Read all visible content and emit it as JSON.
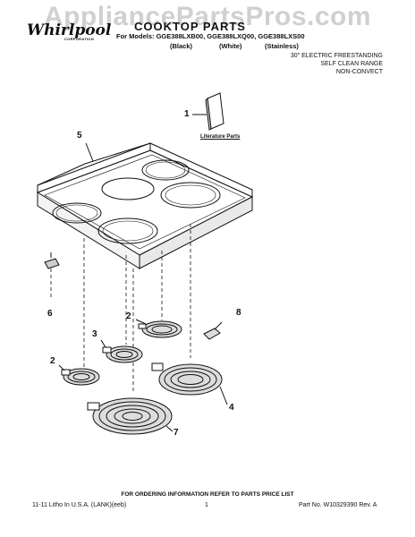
{
  "watermark": "AppliancePartsPros.com",
  "header": {
    "brand_logo": "Whirlpool",
    "brand_sub": "CORPORATION",
    "title": "COOKTOP PARTS",
    "models_line": "For Models: GGE388LXB00, GGE388LXQ00, GGE388LXS00",
    "variants": [
      "(Black)",
      "(White)",
      "(Stainless)"
    ],
    "range_desc": [
      "30\" ELECTRIC FREESTANDING",
      "SELF CLEAN RANGE",
      "NON-CONVECT"
    ]
  },
  "diagram": {
    "callouts": [
      "1",
      "5",
      "6",
      "2",
      "3",
      "2",
      "8",
      "4",
      "7"
    ],
    "literature_label": "Literature Parts"
  },
  "footer": {
    "ordering": "FOR ORDERING INFORMATION REFER TO PARTS PRICE LIST",
    "litho": "11-11 Litho In U.S.A. (LANK)(eeb)",
    "page": "1",
    "part_no": "Part No. W10329390 Rev. A"
  }
}
